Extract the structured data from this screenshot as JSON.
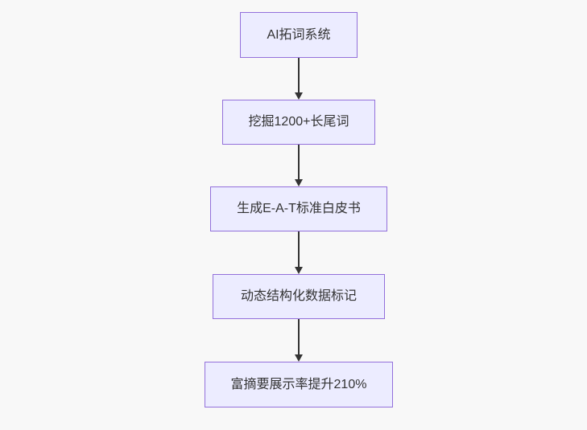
{
  "diagram": {
    "type": "flowchart",
    "direction": "top-down",
    "nodes": [
      {
        "id": "n1",
        "label": "AI拓词系统"
      },
      {
        "id": "n2",
        "label": "挖掘1200+长尾词"
      },
      {
        "id": "n3",
        "label": "生成E-A-T标准白皮书"
      },
      {
        "id": "n4",
        "label": "动态结构化数据标记"
      },
      {
        "id": "n5",
        "label": "富摘要展示率提升210%"
      }
    ],
    "edges": [
      {
        "from": "n1",
        "to": "n2",
        "style": "arrow"
      },
      {
        "from": "n2",
        "to": "n3",
        "style": "arrow"
      },
      {
        "from": "n3",
        "to": "n4",
        "style": "arrow"
      },
      {
        "from": "n4",
        "to": "n5",
        "style": "arrow"
      }
    ],
    "colors": {
      "background": "#f8f8f8",
      "node_fill": "#ECECFF",
      "node_border": "#9370DB",
      "edge": "#333333",
      "text": "#333333"
    }
  }
}
